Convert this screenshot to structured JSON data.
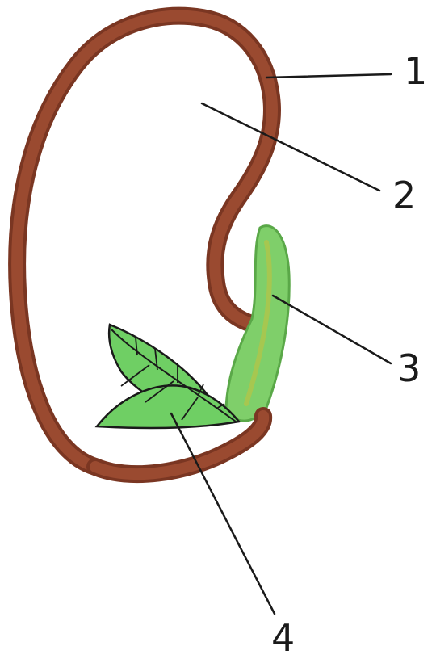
{
  "diagram": {
    "labels": [
      {
        "id": "1",
        "text": "1"
      },
      {
        "id": "2",
        "text": "2"
      },
      {
        "id": "3",
        "text": "3"
      },
      {
        "id": "4",
        "text": "4"
      }
    ],
    "colors": {
      "seed_coat": "#9a4a30",
      "seed_coat_dark": "#7a3622",
      "radicle": "#7fcf6a",
      "radicle_dark": "#5aa848",
      "plumule": "#6fcf64",
      "ink": "#1a1a1a"
    }
  }
}
